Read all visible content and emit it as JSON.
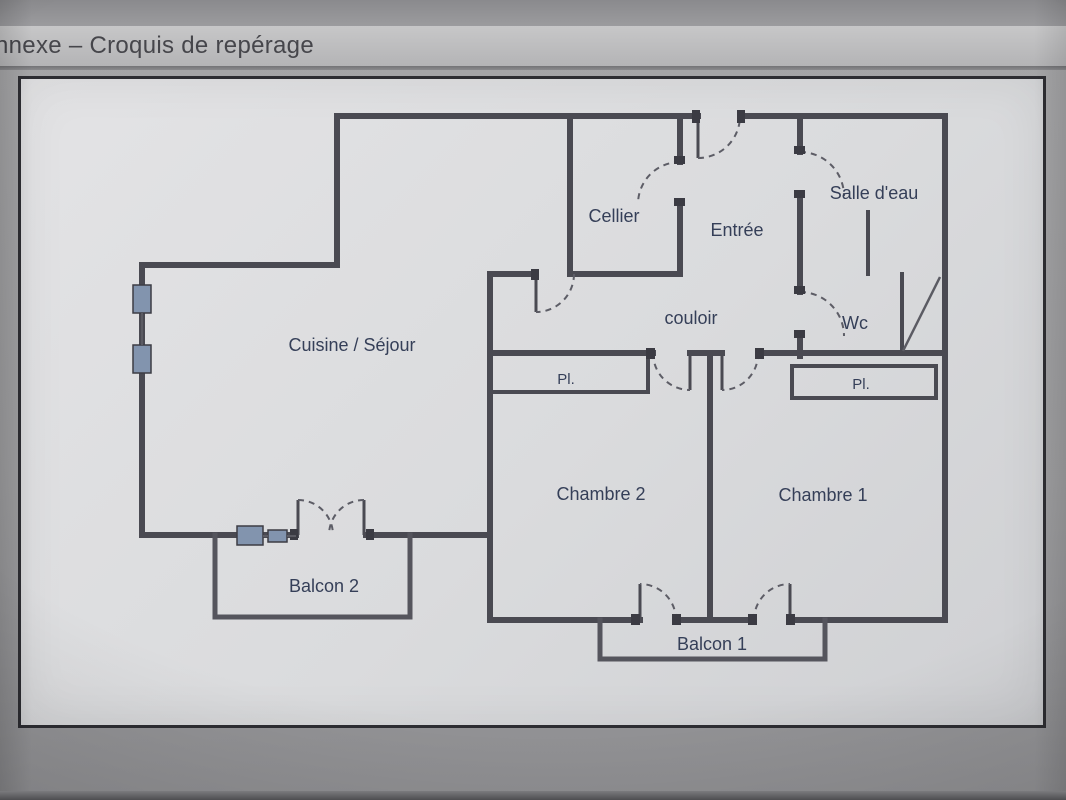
{
  "header": {
    "title": "nnexe – Croquis de repérage"
  },
  "rooms": {
    "cellier": "Cellier",
    "entree": "Entrée",
    "salle_deau": "Salle d'eau",
    "couloir": "couloir",
    "wc": "Wc",
    "pl_left": "Pl.",
    "pl_right": "Pl.",
    "cuisine_sejour": "Cuisine / Séjour",
    "chambre2": "Chambre 2",
    "chambre1": "Chambre 1",
    "balcon2": "Balcon 2",
    "balcon1": "Balcon 1"
  },
  "colors": {
    "wall": "#4a4a52",
    "label": "#353f58",
    "window": "#8294ae",
    "paper": "#dadbdd"
  }
}
